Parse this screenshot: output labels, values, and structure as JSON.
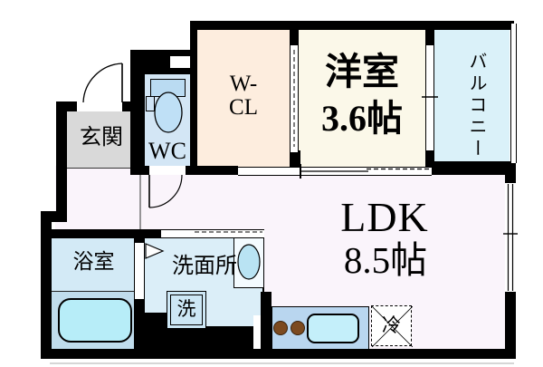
{
  "rooms": {
    "genkan": {
      "label": "玄関"
    },
    "wc": {
      "label": "WC"
    },
    "wcl": {
      "line1": "W-",
      "line2": "CL"
    },
    "western_room": {
      "label": "洋室",
      "size": "3.6帖"
    },
    "balcony": {
      "label": "バルコニー"
    },
    "ldk": {
      "label": "LDK",
      "size": "8.5帖"
    },
    "bathroom": {
      "label": "浴室"
    },
    "washroom": {
      "label": "洗面所"
    }
  },
  "fixtures": {
    "washing_machine": {
      "label": "洗"
    },
    "refrigerator": {
      "label": "冷"
    }
  },
  "icons": {
    "toilet": "toilet-icon",
    "bathtub": "bathtub-icon",
    "washbasin": "washbasin-icon",
    "stove_burners": "stove-burners-icon",
    "kitchen_sink": "kitchen-sink-icon",
    "entrance_door": "door-swing-icon",
    "wc_door": "door-swing-icon",
    "sliding_door": "sliding-door-icon",
    "window": "window-icon"
  },
  "colors": {
    "wall": "#000000",
    "ldk_floor": "#faf4fb",
    "wcl_floor": "#fdedde",
    "western_room_floor": "#fbf8e9",
    "balcony_floor": "#daf1f9",
    "wc_floor": "#d3e6f5",
    "genkan_floor": "#d9d9d9",
    "bathroom_floor": "#d3eaf6",
    "bathroom_lower_floor": "#c0dcec",
    "bathtub": "#b7edf8",
    "washroom_floor": "#dbeef8",
    "washer_box": "#cde7f5",
    "kitchen_counter": "#b9d6ef",
    "kitchen_sink": "#c4effa",
    "burner": "#7c4a1f",
    "washbasin": "#b9e3f3"
  }
}
